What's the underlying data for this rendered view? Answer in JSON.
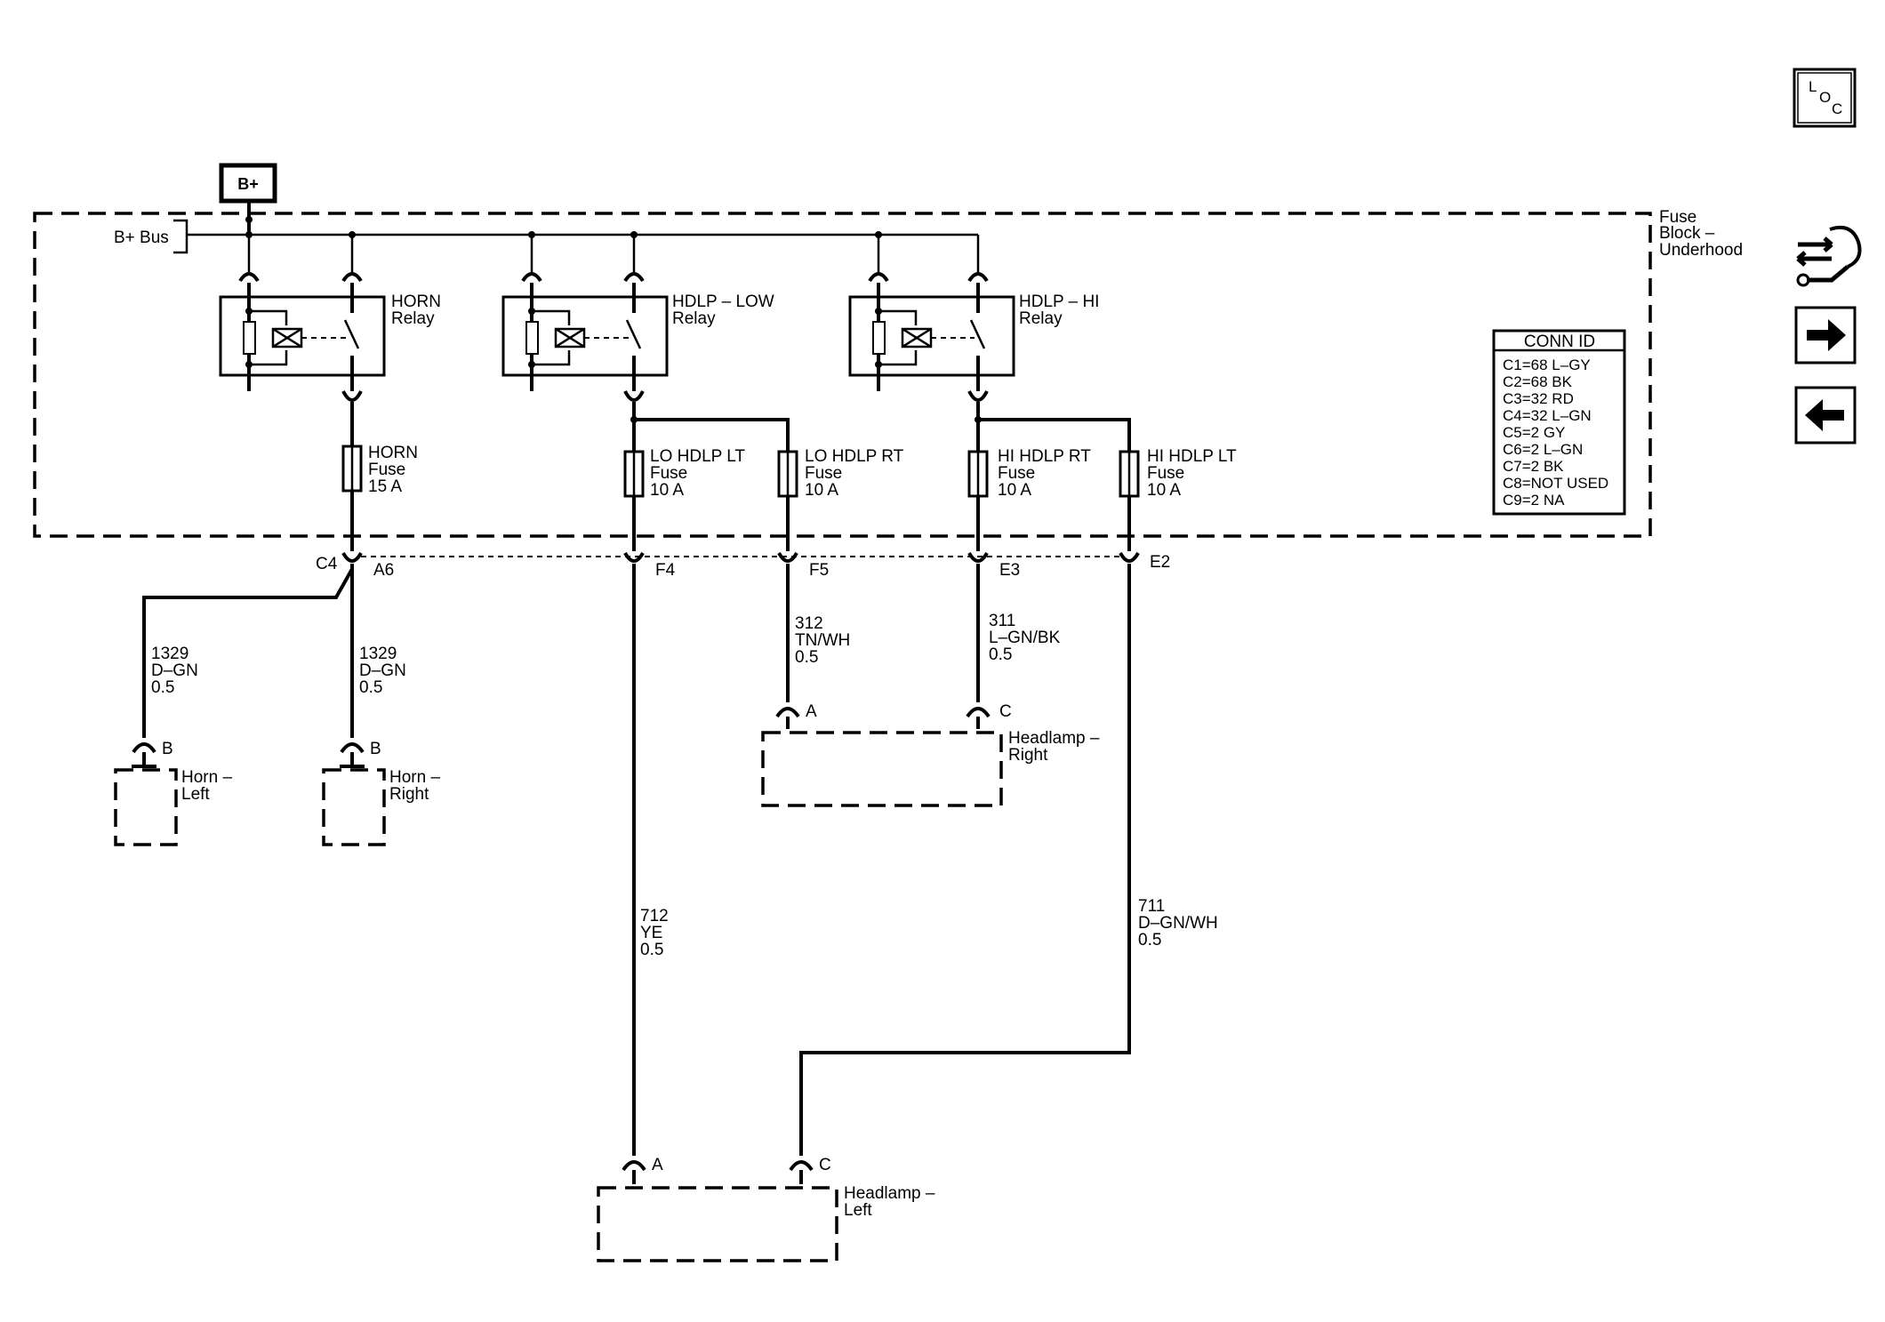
{
  "power": {
    "bplus_label": "B+",
    "bus_label": "B+ Bus"
  },
  "fuse_block": {
    "title_line1": "Fuse",
    "title_line2": "Block –",
    "title_line3": "Underhood"
  },
  "relays": {
    "horn": {
      "name": "HORN",
      "type": "Relay"
    },
    "low": {
      "name": "HDLP – LOW",
      "type": "Relay"
    },
    "hi": {
      "name": "HDLP – HI",
      "type": "Relay"
    }
  },
  "fuses": {
    "horn": {
      "name": "HORN",
      "type": "Fuse",
      "rating": "15 A"
    },
    "lo_lt": {
      "name": "LO HDLP LT",
      "type": "Fuse",
      "rating": "10 A"
    },
    "lo_rt": {
      "name": "LO HDLP RT",
      "type": "Fuse",
      "rating": "10 A"
    },
    "hi_rt": {
      "name": "HI HDLP RT",
      "type": "Fuse",
      "rating": "10 A"
    },
    "hi_lt": {
      "name": "HI HDLP LT",
      "type": "Fuse",
      "rating": "10 A"
    }
  },
  "conn_id": {
    "title": "CONN ID",
    "rows": [
      "C1=68 L–GY",
      "C2=68 BK",
      "C3=32 RD",
      "C4=32 L–GN",
      "C5=2 GY",
      "C6=2 L–GN",
      "C7=2 BK",
      "C8=NOT USED",
      "C9=2 NA"
    ]
  },
  "pins": {
    "c4": "C4",
    "a6": "A6",
    "f4": "F4",
    "f5": "F5",
    "e3": "E3",
    "e2": "E2"
  },
  "wires": {
    "horn_left": {
      "circuit": "1329",
      "color": "D–GN",
      "gauge": "0.5"
    },
    "horn_right": {
      "circuit": "1329",
      "color": "D–GN",
      "gauge": "0.5"
    },
    "lo_rt": {
      "circuit": "312",
      "color": "TN/WH",
      "gauge": "0.5"
    },
    "hi_rt": {
      "circuit": "311",
      "color": "L–GN/BK",
      "gauge": "0.5"
    },
    "lo_lt": {
      "circuit": "712",
      "color": "YE",
      "gauge": "0.5"
    },
    "hi_lt": {
      "circuit": "711",
      "color": "D–GN/WH",
      "gauge": "0.5"
    }
  },
  "components": {
    "horn_left": {
      "pin": "B",
      "name_line1": "Horn –",
      "name_line2": "Left"
    },
    "horn_right": {
      "pin": "B",
      "name_line1": "Horn –",
      "name_line2": "Right"
    },
    "headlamp_right": {
      "pin_a": "A",
      "pin_c": "C",
      "name_line1": "Headlamp –",
      "name_line2": "Right"
    },
    "headlamp_left": {
      "pin_a": "A",
      "pin_c": "C",
      "name_line1": "Headlamp –",
      "name_line2": "Left"
    }
  },
  "nav": {
    "loc": {
      "l": "L",
      "o": "O",
      "c": "C"
    },
    "icons": [
      "connector-tools-icon",
      "arrow-right-icon",
      "arrow-left-icon"
    ]
  }
}
